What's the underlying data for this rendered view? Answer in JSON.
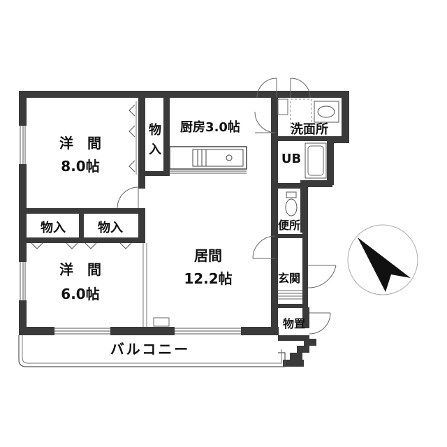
{
  "rooms": {
    "western_8": {
      "name": "洋　間",
      "size": "8.0帖"
    },
    "western_6": {
      "name": "洋　間",
      "size": "6.0帖"
    },
    "closet_vertical": "物入",
    "closet_left": "物入",
    "closet_right": "物入",
    "kitchen": "厨房3.0帖",
    "washroom": "洗面所",
    "bath": "UB",
    "toilet": "便所",
    "entrance": "玄関",
    "storage": "物置",
    "living": {
      "name": "居間",
      "size": "12.2帖"
    },
    "balcony": "バルコニー"
  },
  "compass": {
    "icon": "north-arrow-icon"
  },
  "colors": {
    "wall": "#3a3a3a",
    "line": "#555555"
  }
}
